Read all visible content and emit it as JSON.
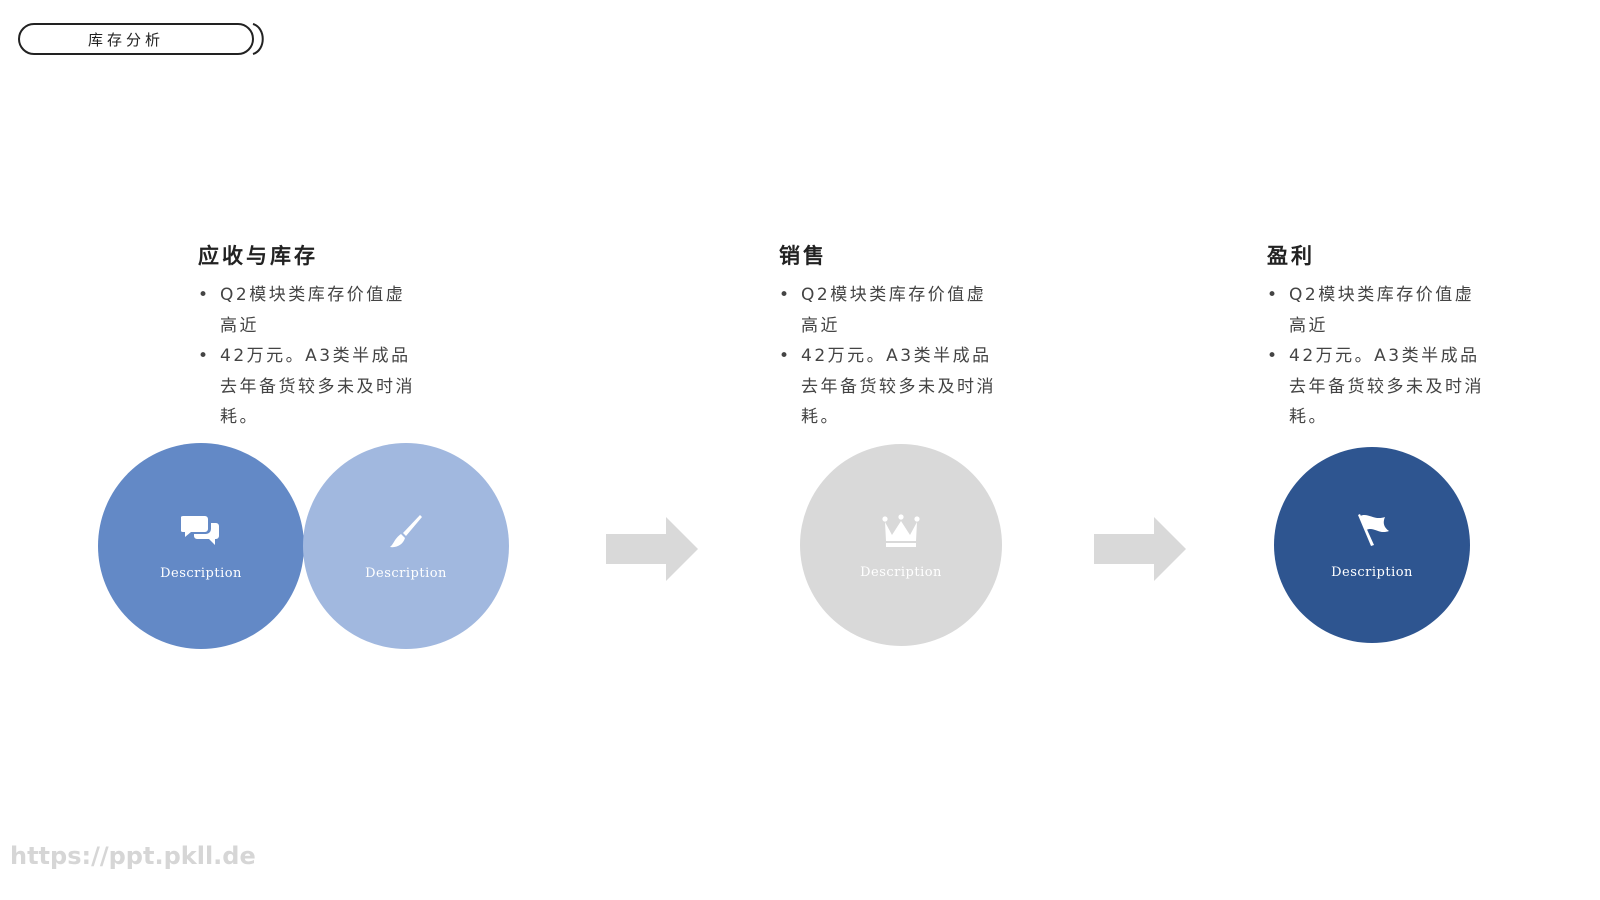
{
  "header": {
    "title": "库存分析"
  },
  "blocks": [
    {
      "title": "应收与库存",
      "bullets": [
        "Q2模块类库存价值虚高近",
        "42万元。A3类半成品去年备货较多未及时消耗。"
      ]
    },
    {
      "title": "销售",
      "bullets": [
        "Q2模块类库存价值虚高近",
        "42万元。A3类半成品去年备货较多未及时消耗。"
      ]
    },
    {
      "title": "盈利",
      "bullets": [
        "Q2模块类库存价值虚高近",
        "42万元。A3类半成品去年备货较多未及时消耗。"
      ]
    }
  ],
  "circles": [
    {
      "label": "Description",
      "icon": "chat-bubbles-icon",
      "color": "#6389c6"
    },
    {
      "label": "Description",
      "icon": "paintbrush-icon",
      "color": "#a1b8df"
    },
    {
      "label": "Description",
      "icon": "crown-icon",
      "color": "#d9d9d9"
    },
    {
      "label": "Description",
      "icon": "flag-icon",
      "color": "#2e5590"
    }
  ],
  "arrow_color": "#d9d9d9",
  "watermark": "https://ppt.pkll.de"
}
